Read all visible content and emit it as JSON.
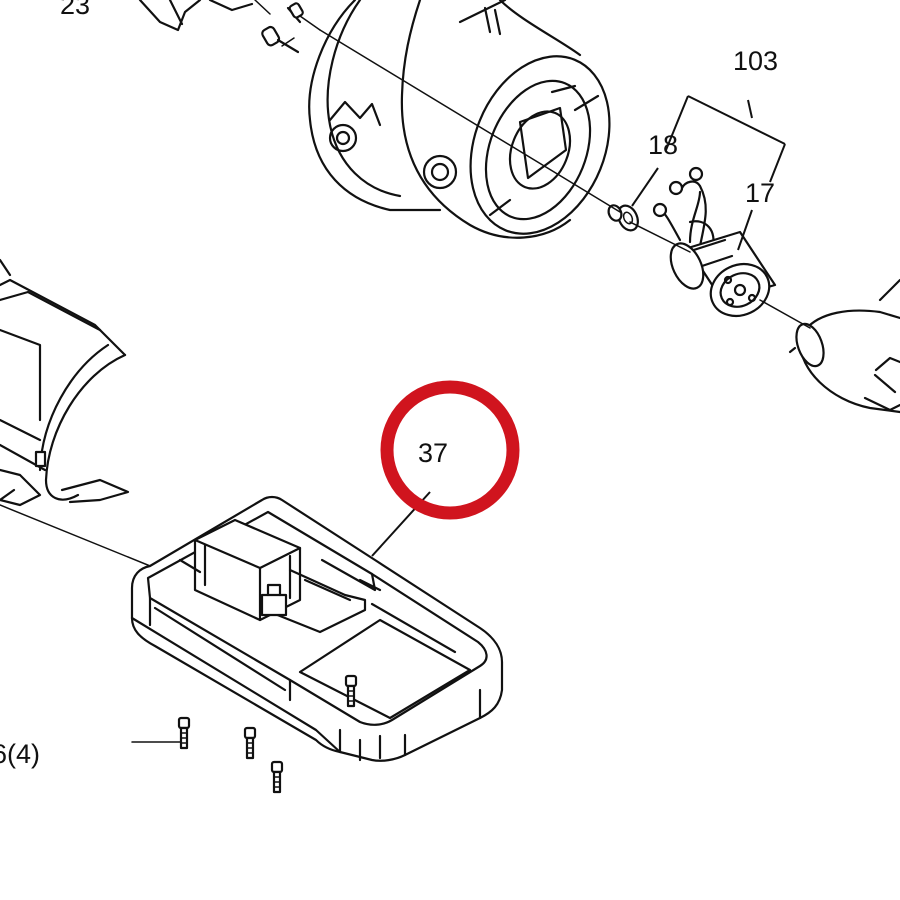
{
  "callouts": {
    "part_23": "23",
    "part_103": "103",
    "part_18": "18",
    "part_17": "17",
    "part_37": "37",
    "part_6_qty": "6(4)"
  },
  "highlight": {
    "target_part": "37",
    "color": "#d0141e"
  },
  "colors": {
    "line": "#111111",
    "background": "#ffffff"
  }
}
